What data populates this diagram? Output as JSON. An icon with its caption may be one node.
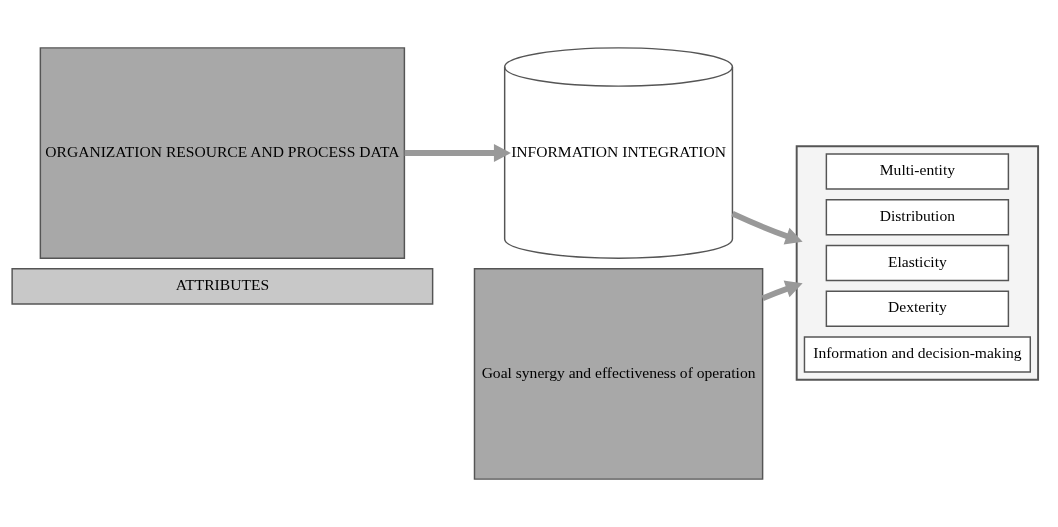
{
  "diagram": {
    "nodes": [
      {
        "text": [
          "ATTRIBUTES"
        ]
      },
      {
        "text": [
          "ORGANIZATION RESOURCE AND PROCESS DATA"
        ]
      },
      {
        "text": [
          "INFORMATION INTEGRATION"
        ]
      },
      {
        "text": [],
        "shape": "box"
      },
      {
        "text": [
          "Multi-entity"
        ],
        "in": 3
      },
      {
        "text": [
          "Distribution"
        ],
        "in": 3
      },
      {
        "text": [
          "Elasticity"
        ],
        "in": 3
      },
      {
        "text": [
          "Dexterity"
        ],
        "in": 3
      },
      {
        "text": [
          "Information and decision-making"
        ],
        "in": 3
      },
      {
        "text": [
          "Goal synergy and effectiveness of operation"
        ]
      }
    ],
    "edges": [
      {
        "from": 1,
        "to": 2,
        "arrow": "to"
      },
      {
        "from": 2,
        "to": 3,
        "arrow": "to"
      },
      {
        "from": 9,
        "to": 3,
        "arrow": "to"
      }
    ]
  }
}
